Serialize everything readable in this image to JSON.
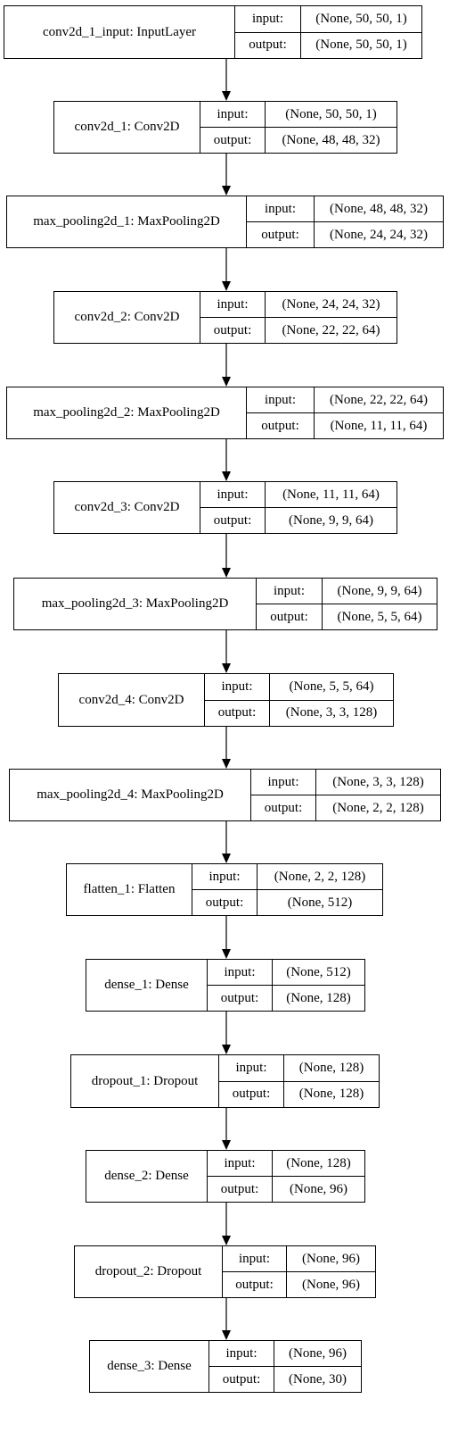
{
  "labels": {
    "input": "input:",
    "output": "output:"
  },
  "layers": [
    {
      "name": "conv2d_1_input: InputLayer",
      "input": "(None, 50, 50, 1)",
      "output": "(None, 50, 50, 1)"
    },
    {
      "name": "conv2d_1: Conv2D",
      "input": "(None, 50, 50, 1)",
      "output": "(None, 48, 48, 32)"
    },
    {
      "name": "max_pooling2d_1: MaxPooling2D",
      "input": "(None, 48, 48, 32)",
      "output": "(None, 24, 24, 32)"
    },
    {
      "name": "conv2d_2: Conv2D",
      "input": "(None, 24, 24, 32)",
      "output": "(None, 22, 22, 64)"
    },
    {
      "name": "max_pooling2d_2: MaxPooling2D",
      "input": "(None, 22, 22, 64)",
      "output": "(None, 11, 11, 64)"
    },
    {
      "name": "conv2d_3: Conv2D",
      "input": "(None, 11, 11, 64)",
      "output": "(None, 9, 9, 64)"
    },
    {
      "name": "max_pooling2d_3: MaxPooling2D",
      "input": "(None, 9, 9, 64)",
      "output": "(None, 5, 5, 64)"
    },
    {
      "name": "conv2d_4: Conv2D",
      "input": "(None, 5, 5, 64)",
      "output": "(None, 3, 3, 128)"
    },
    {
      "name": "max_pooling2d_4: MaxPooling2D",
      "input": "(None, 3, 3, 128)",
      "output": "(None, 2, 2, 128)"
    },
    {
      "name": "flatten_1: Flatten",
      "input": "(None, 2, 2, 128)",
      "output": "(None, 512)"
    },
    {
      "name": "dense_1: Dense",
      "input": "(None, 512)",
      "output": "(None, 128)"
    },
    {
      "name": "dropout_1: Dropout",
      "input": "(None, 128)",
      "output": "(None, 128)"
    },
    {
      "name": "dense_2: Dense",
      "input": "(None, 128)",
      "output": "(None, 96)"
    },
    {
      "name": "dropout_2: Dropout",
      "input": "(None, 96)",
      "output": "(None, 96)"
    },
    {
      "name": "dense_3: Dense",
      "input": "(None, 96)",
      "output": "(None, 30)"
    }
  ]
}
